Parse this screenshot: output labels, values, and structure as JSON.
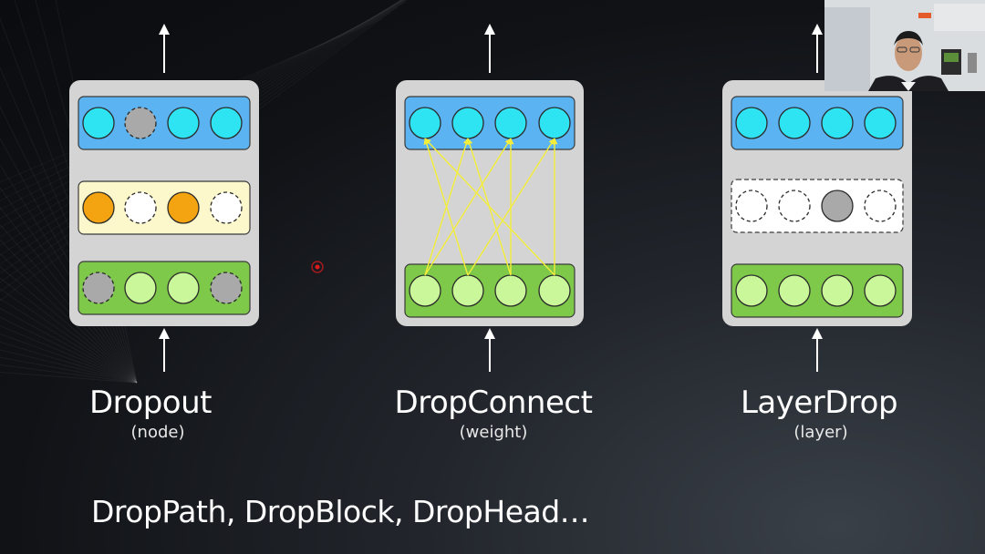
{
  "panels": [
    {
      "title": "Dropout",
      "subtitle": "(node)",
      "layers": {
        "top": {
          "box": "blue",
          "nodes": [
            "cyan",
            "gray-dashed",
            "cyan",
            "cyan"
          ]
        },
        "middle": {
          "box": "cream",
          "nodes": [
            "orange",
            "white-dashed",
            "orange",
            "white-dashed"
          ]
        },
        "bottom": {
          "box": "green",
          "nodes": [
            "gray-dashed",
            "lightgreen",
            "lightgreen",
            "gray-dashed"
          ]
        }
      }
    },
    {
      "title": "DropConnect",
      "subtitle": "(weight)",
      "layers": {
        "top": {
          "box": "blue",
          "nodes": [
            "cyan",
            "cyan",
            "cyan",
            "cyan"
          ]
        },
        "bottom": {
          "box": "green",
          "nodes": [
            "lightgreen",
            "lightgreen",
            "lightgreen",
            "lightgreen"
          ]
        }
      },
      "connections": [
        [
          0,
          1
        ],
        [
          0,
          2
        ],
        [
          1,
          0
        ],
        [
          1,
          3
        ],
        [
          2,
          1
        ],
        [
          2,
          2
        ],
        [
          3,
          0
        ],
        [
          3,
          3
        ]
      ]
    },
    {
      "title": "LayerDrop",
      "subtitle": "(layer)",
      "layers": {
        "top": {
          "box": "blue",
          "nodes": [
            "cyan",
            "cyan",
            "cyan",
            "cyan"
          ]
        },
        "middle": {
          "box": "white-dashed",
          "nodes": [
            "white-dashed",
            "white-dashed",
            "gray",
            "white-dashed"
          ]
        },
        "bottom": {
          "box": "green",
          "nodes": [
            "lightgreen",
            "lightgreen",
            "lightgreen",
            "lightgreen"
          ]
        }
      }
    }
  ],
  "footer": "DropPath, DropBlock, DropHead…",
  "colors": {
    "cyan": "#2fe4f2",
    "blue_box": "#5bb3f2",
    "orange": "#f5a411",
    "cream_box": "#fdf7cc",
    "lightgreen": "#c9f79a",
    "green_box": "#7ec84a",
    "gray": "#a9a9a9",
    "white": "#ffffff",
    "panel_bg": "#d4d4d4",
    "connection": "#f4ee3a",
    "pointer": "#e01b1b"
  }
}
